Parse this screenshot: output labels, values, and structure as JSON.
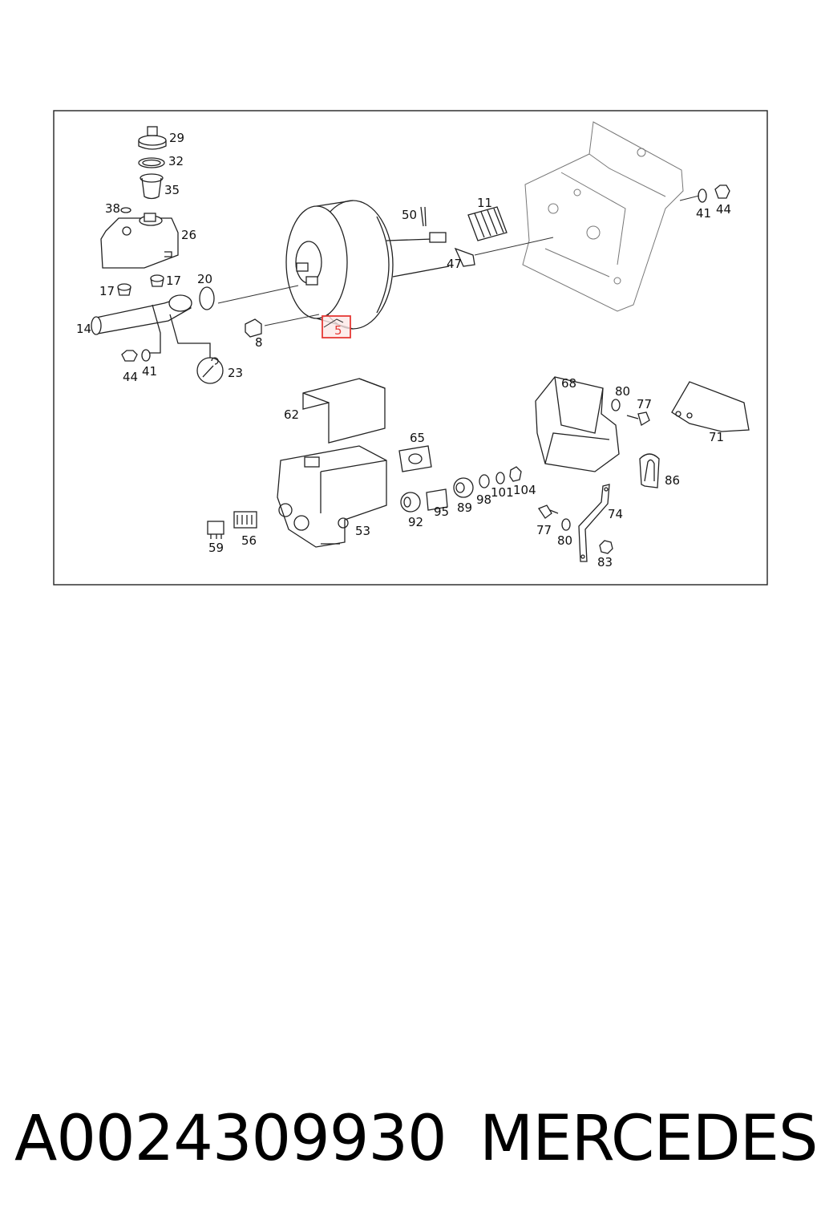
{
  "diagram": {
    "labels": {
      "l29": "29",
      "l32": "32",
      "l35": "35",
      "l38": "38",
      "l26": "26",
      "l17a": "17",
      "l17b": "17",
      "l20": "20",
      "l14": "14",
      "l44a": "44",
      "l41a": "41",
      "l23": "23",
      "l8": "8",
      "l5": "5",
      "l50": "50",
      "l11": "11",
      "l47": "47",
      "l41b": "41",
      "l44b": "44",
      "l62": "62",
      "l65": "65",
      "l53": "53",
      "l59": "59",
      "l56": "56",
      "l92": "92",
      "l95": "95",
      "l89": "89",
      "l98": "98",
      "l101": "101",
      "l104": "104",
      "l68": "68",
      "l80a": "80",
      "l77a": "77",
      "l71": "71",
      "l86": "86",
      "l74": "74",
      "l77b": "77",
      "l80b": "80",
      "l83": "83"
    },
    "highlighted_part": "5",
    "highlight_color": "#e53935"
  },
  "footer": {
    "part_number": "A0024309930",
    "brand": "MERCEDES"
  }
}
